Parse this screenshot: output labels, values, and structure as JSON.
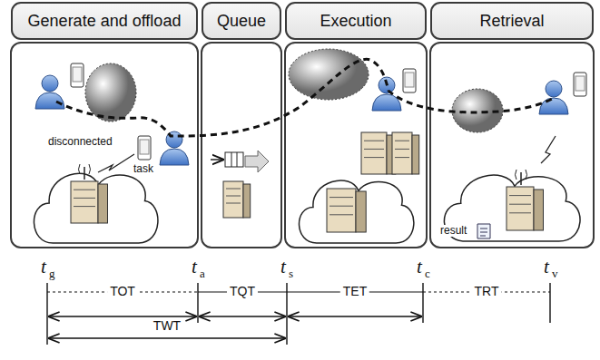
{
  "diagram": {
    "nodes": [
      {
        "text": [
          "Generate and offload"
        ]
      },
      {
        "text": [
          "Queue"
        ]
      },
      {
        "text": [
          "Execution"
        ]
      },
      {
        "text": [
          "Retrieval"
        ]
      }
    ],
    "labels": [
      "disconnected",
      "task",
      "result",
      "t",
      "g",
      "t",
      "a",
      "t",
      "s",
      "t",
      "c",
      "t",
      "v",
      "TOT",
      "TQT",
      "TET",
      "TRT",
      "TWT"
    ]
  }
}
